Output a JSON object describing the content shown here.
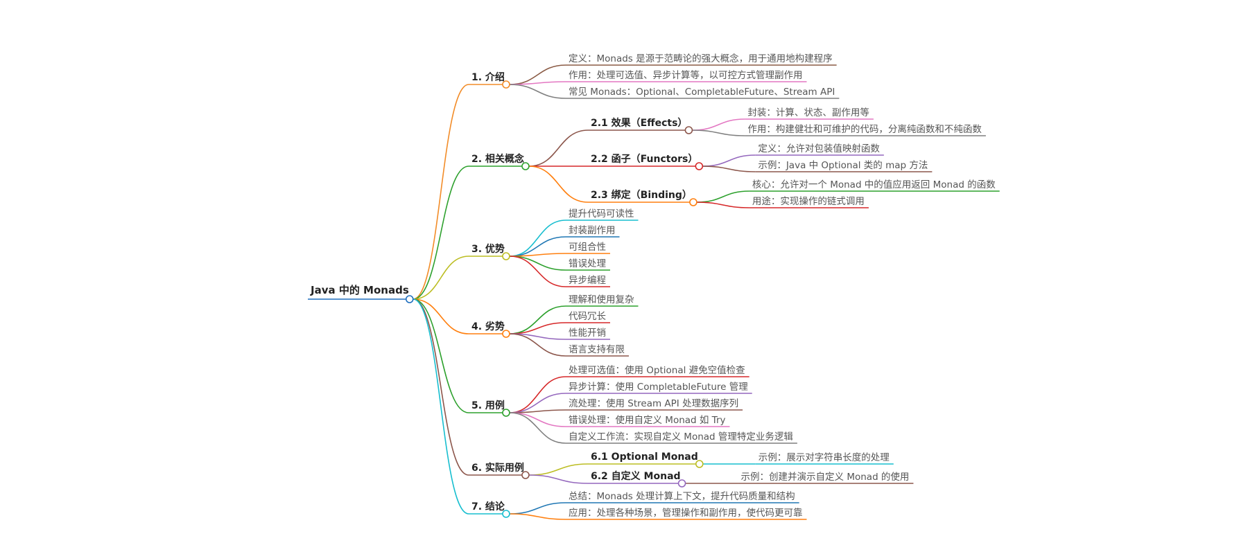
{
  "root": {
    "label": "Java 中的 Monads",
    "color": "#1e6fbf"
  },
  "branches": [
    {
      "id": "b1",
      "label": "1. 介绍",
      "color": "#f28c28",
      "children": [
        {
          "label": "定义：Monads 是源于范畴论的强大概念，用于通用地构建程序",
          "color": "#8a5a44"
        },
        {
          "label": "作用：处理可选值、异步计算等，以可控方式管理副作用",
          "color": "#e377c2"
        },
        {
          "label": "常见 Monads：Optional、CompletableFuture、Stream API",
          "color": "#7f7f7f"
        }
      ]
    },
    {
      "id": "b2",
      "label": "2. 相关概念",
      "color": "#2ca02c",
      "children": [
        {
          "label": "2.1 效果（Effects）",
          "color": "#8c564b",
          "children": [
            {
              "label": "封装：计算、状态、副作用等",
              "color": "#e377c2"
            },
            {
              "label": "作用：构建健壮和可维护的代码，分离纯函数和不纯函数",
              "color": "#7f7f7f"
            }
          ]
        },
        {
          "label": "2.2 函子（Functors）",
          "color": "#d62728",
          "children": [
            {
              "label": "定义：允许对包装值映射函数",
              "color": "#9467bd"
            },
            {
              "label": "示例：Java 中 Optional 类的 map 方法",
              "color": "#8c564b"
            }
          ]
        },
        {
          "label": "2.3 绑定（Binding）",
          "color": "#ff7f0e",
          "children": [
            {
              "label": "核心：允许对一个 Monad 中的值应用返回 Monad 的函数",
              "color": "#2ca02c"
            },
            {
              "label": "用途：实现操作的链式调用",
              "color": "#d62728"
            }
          ]
        }
      ]
    },
    {
      "id": "b3",
      "label": "3. 优势",
      "color": "#bcbd22",
      "children": [
        {
          "label": "提升代码可读性",
          "color": "#17becf"
        },
        {
          "label": "封装副作用",
          "color": "#1f77b4"
        },
        {
          "label": "可组合性",
          "color": "#ff7f0e"
        },
        {
          "label": "错误处理",
          "color": "#2ca02c"
        },
        {
          "label": "异步编程",
          "color": "#d62728"
        }
      ]
    },
    {
      "id": "b4",
      "label": "4. 劣势",
      "color": "#ff7f0e",
      "children": [
        {
          "label": "理解和使用复杂",
          "color": "#2ca02c"
        },
        {
          "label": "代码冗长",
          "color": "#d62728"
        },
        {
          "label": "性能开销",
          "color": "#9467bd"
        },
        {
          "label": "语言支持有限",
          "color": "#8c564b"
        }
      ]
    },
    {
      "id": "b5",
      "label": "5. 用例",
      "color": "#2ca02c",
      "children": [
        {
          "label": "处理可选值：使用 Optional 避免空值检查",
          "color": "#d62728"
        },
        {
          "label": "异步计算：使用 CompletableFuture 管理",
          "color": "#9467bd"
        },
        {
          "label": "流处理：使用 Stream API 处理数据序列",
          "color": "#8c564b"
        },
        {
          "label": "错误处理：使用自定义 Monad 如 Try",
          "color": "#e377c2"
        },
        {
          "label": "自定义工作流：实现自定义 Monad 管理特定业务逻辑",
          "color": "#7f7f7f"
        }
      ]
    },
    {
      "id": "b6",
      "label": "6. 实际用例",
      "color": "#8c564b",
      "children": [
        {
          "label": "6.1 Optional Monad",
          "color": "#bcbd22",
          "children": [
            {
              "label": "示例：展示对字符串长度的处理",
              "color": "#17becf"
            }
          ]
        },
        {
          "label": "6.2 自定义 Monad",
          "color": "#9467bd",
          "children": [
            {
              "label": "示例：创建并演示自定义 Monad 的使用",
              "color": "#8c564b"
            }
          ]
        }
      ]
    },
    {
      "id": "b7",
      "label": "7. 结论",
      "color": "#17becf",
      "children": [
        {
          "label": "总结：Monads 处理计算上下文，提升代码质量和结构",
          "color": "#1f77b4"
        },
        {
          "label": "应用：处理各种场景，管理操作和副作用，使代码更可靠",
          "color": "#ff7f0e"
        }
      ]
    }
  ]
}
